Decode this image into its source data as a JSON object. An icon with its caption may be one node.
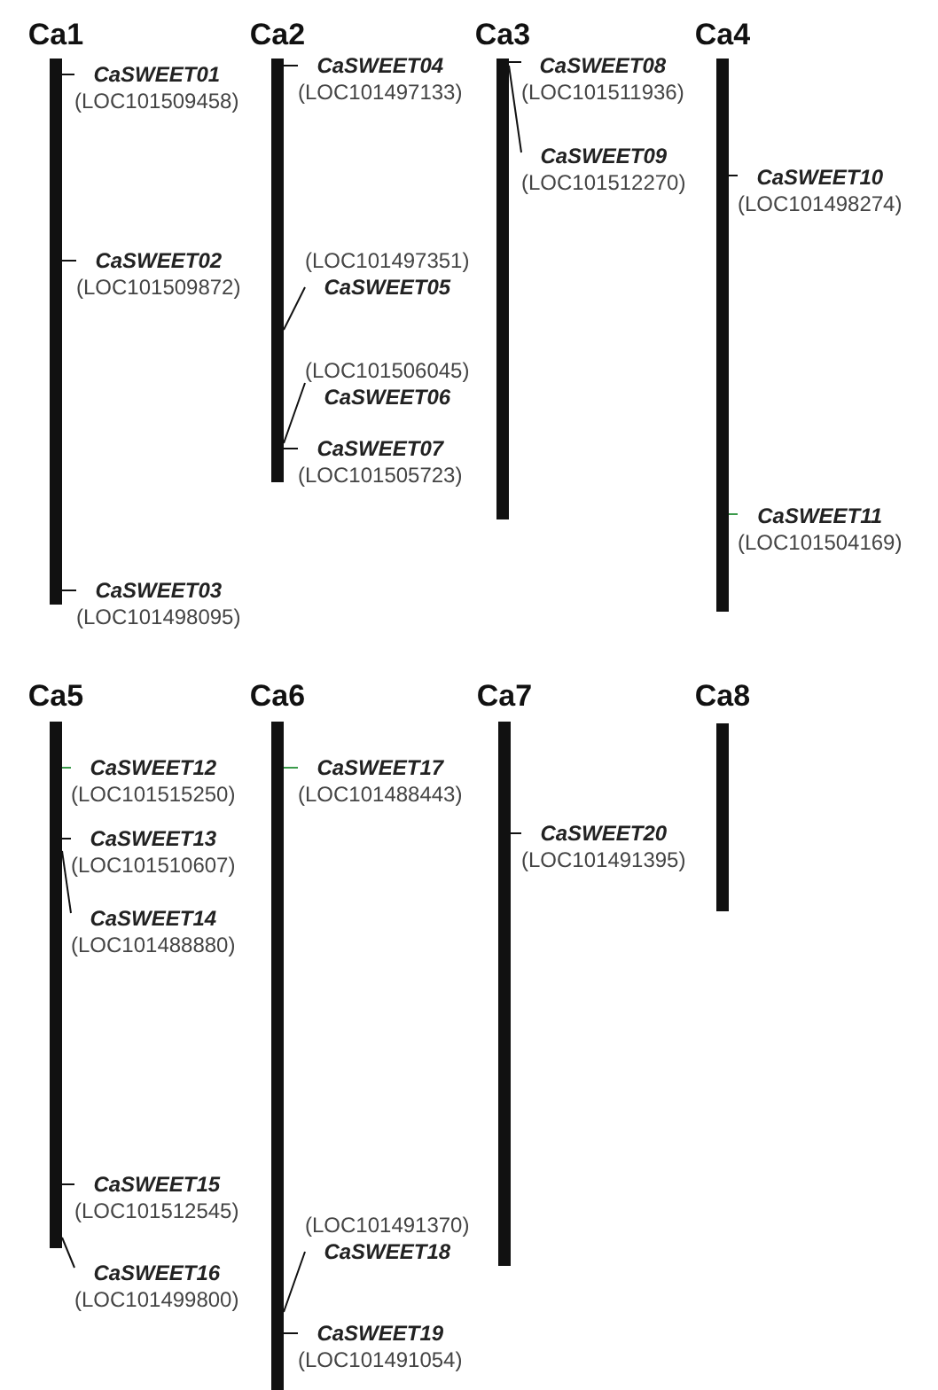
{
  "diagram": {
    "nodes": [
      {
        "text": [
          "Ca1"
        ]
      },
      {
        "text": [
          "CaSWEET01",
          "(LOC101509458)"
        ]
      },
      {
        "text": [
          "CaSWEET02",
          "(LOC101509872)"
        ]
      },
      {
        "text": [
          "CaSWEET03",
          "(LOC101498095)"
        ]
      },
      {
        "text": [
          "Ca2"
        ]
      },
      {
        "text": [
          "CaSWEET04",
          "(LOC101497133)"
        ]
      },
      {
        "text": [
          "(LOC101497351)",
          "CaSWEET05"
        ]
      },
      {
        "text": [
          "(LOC101506045)",
          "CaSWEET06"
        ]
      },
      {
        "text": [
          "CaSWEET07",
          "(LOC101505723)"
        ]
      },
      {
        "text": [
          "Ca3"
        ]
      },
      {
        "text": [
          "CaSWEET08",
          "(LOC101511936)"
        ]
      },
      {
        "text": [
          "CaSWEET09",
          "(LOC101512270)"
        ]
      },
      {
        "text": [
          "Ca4"
        ]
      },
      {
        "text": [
          "CaSWEET10",
          "(LOC101498274)"
        ]
      },
      {
        "text": [
          "CaSWEET11",
          "(LOC101504169)"
        ]
      },
      {
        "text": [
          "Ca5"
        ]
      },
      {
        "text": [
          "CaSWEET12",
          "(LOC101515250)"
        ]
      },
      {
        "text": [
          "CaSWEET13",
          "(LOC101510607)"
        ]
      },
      {
        "text": [
          "CaSWEET14",
          "(LOC101488880)"
        ]
      },
      {
        "text": [
          "CaSWEET15",
          "(LOC101512545)"
        ]
      },
      {
        "text": [
          "CaSWEET16",
          "(LOC101499800)"
        ]
      },
      {
        "text": [
          "Ca6"
        ]
      },
      {
        "text": [
          "CaSWEET17",
          "(LOC101488443)"
        ]
      },
      {
        "text": [
          "(LOC101491370)",
          "CaSWEET18"
        ]
      },
      {
        "text": [
          "CaSWEET19",
          "(LOC101491054)"
        ]
      },
      {
        "text": [
          "Ca7"
        ]
      },
      {
        "text": [
          "CaSWEET20",
          "(LOC101491395)"
        ]
      },
      {
        "text": [
          "Ca8"
        ]
      }
    ],
    "edges": [
      {
        "from": 1,
        "to": 0,
        "arrow": "none"
      },
      {
        "from": 2,
        "to": 0,
        "arrow": "none"
      },
      {
        "from": 3,
        "to": 0,
        "arrow": "none"
      },
      {
        "from": 5,
        "to": 4,
        "arrow": "none"
      },
      {
        "from": 6,
        "to": 4,
        "arrow": "none"
      },
      {
        "from": 7,
        "to": 4,
        "arrow": "none"
      },
      {
        "from": 8,
        "to": 4,
        "arrow": "none"
      },
      {
        "from": 10,
        "to": 9,
        "arrow": "none"
      },
      {
        "from": 11,
        "to": 9,
        "arrow": "none"
      },
      {
        "from": 13,
        "to": 12,
        "arrow": "none"
      },
      {
        "from": 14,
        "to": 12,
        "arrow": "none",
        "color": "#3a9a4a"
      },
      {
        "from": 16,
        "to": 15,
        "arrow": "none",
        "color": "#3a9a4a"
      },
      {
        "from": 17,
        "to": 15,
        "arrow": "none"
      },
      {
        "from": 18,
        "to": 15,
        "arrow": "none"
      },
      {
        "from": 19,
        "to": 15,
        "arrow": "none"
      },
      {
        "from": 20,
        "to": 15,
        "arrow": "none"
      },
      {
        "from": 22,
        "to": 21,
        "arrow": "none",
        "color": "#3a9a4a"
      },
      {
        "from": 23,
        "to": 21,
        "arrow": "none"
      },
      {
        "from": 24,
        "to": 21,
        "arrow": "none"
      },
      {
        "from": 26,
        "to": 25,
        "arrow": "none"
      }
    ]
  }
}
